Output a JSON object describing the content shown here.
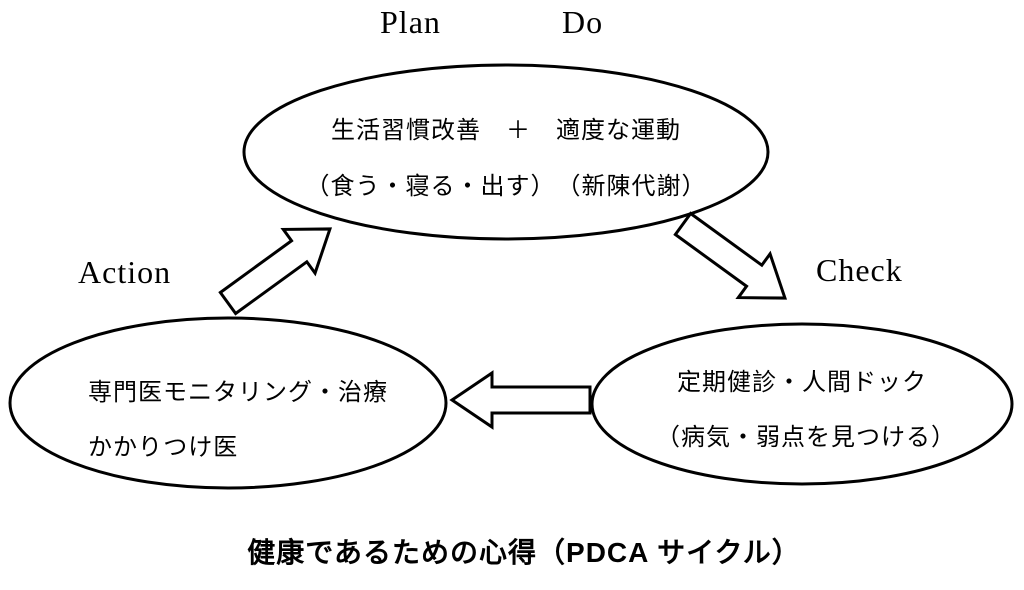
{
  "labels": {
    "plan": "Plan",
    "do": "Do",
    "action": "Action",
    "check": "Check"
  },
  "ellipses": {
    "plan_do": {
      "line1": "生活習慣改善　＋　適度な運動",
      "line2": "（食う・寝る・出す）　（新陳代謝）"
    },
    "action": {
      "line1": "専門医モニタリング・治療",
      "line2": "かかりつけ医"
    },
    "check": {
      "line1": "定期健診・人間ドック",
      "line2": "（病気・弱点を見つける）"
    }
  },
  "caption": "健康であるための心得（PDCA サイクル）",
  "colors": {
    "stroke": "#000000",
    "fill": "#ffffff",
    "background": "#ffffff"
  }
}
